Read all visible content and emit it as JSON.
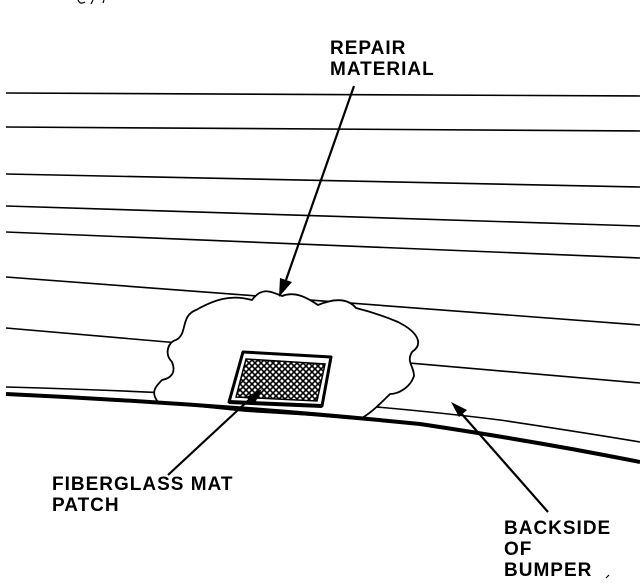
{
  "diagram": {
    "labels": {
      "repair_material": [
        "REPAIR",
        "MATERIAL"
      ],
      "fiberglass_mat_patch": [
        "FIBERGLASS MAT",
        "PATCH"
      ],
      "backside_of_bumper": [
        "BACKSIDE",
        "OF",
        "BUMPER"
      ]
    },
    "colors": {
      "ink": "#000000",
      "paper": "#ffffff"
    }
  }
}
